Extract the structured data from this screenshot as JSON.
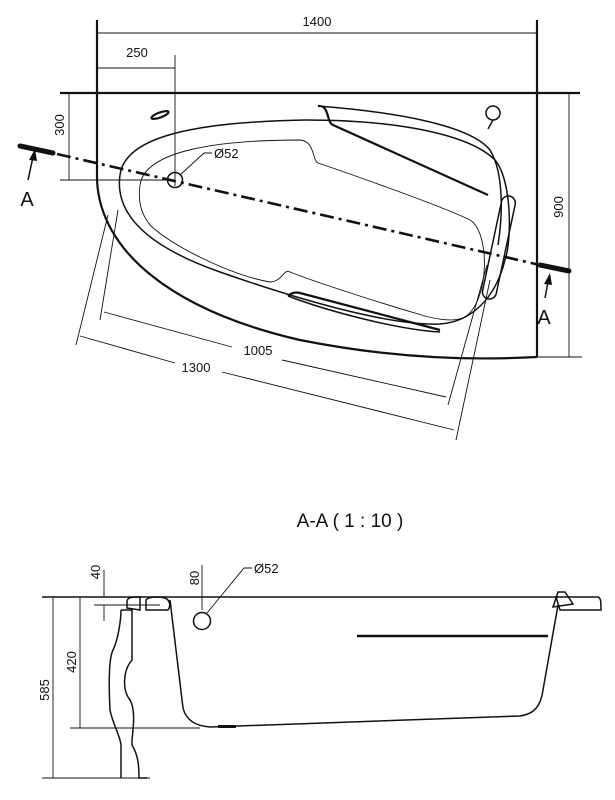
{
  "plan_view": {
    "dim_total_width": "1400",
    "dim_drain_offset_x": "250",
    "dim_drain_offset_y": "300",
    "dim_total_depth": "900",
    "dim_inner_length": "1005",
    "dim_outer_length": "1300",
    "drain_diameter": "Ø52",
    "section_mark_left": "A",
    "section_mark_right": "A"
  },
  "section_view": {
    "title": "A-A  ( 1 : 10 )",
    "dim_rim_thickness": "40",
    "dim_drain_depth": "80",
    "drain_diameter": "Ø52",
    "dim_inner_depth": "420",
    "dim_total_height": "585"
  }
}
